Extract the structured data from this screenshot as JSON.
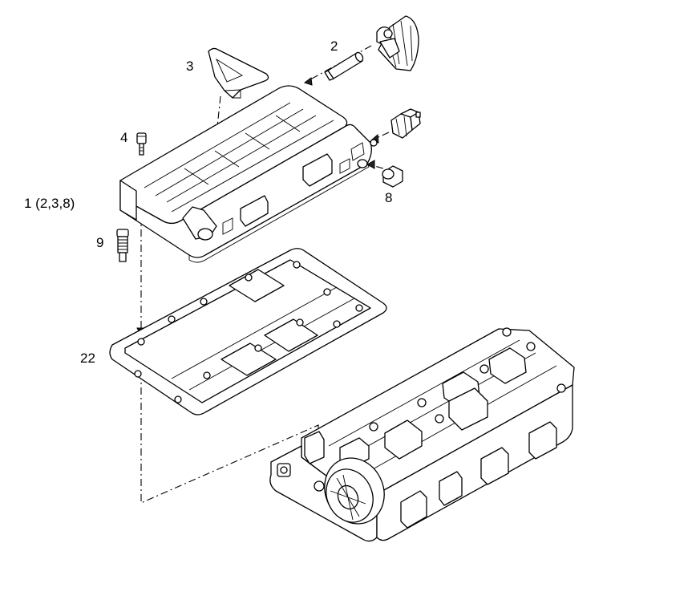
{
  "labels": {
    "part_1": "1 (2,3,8)",
    "part_2": "2",
    "part_3": "3",
    "part_4": "4",
    "part_8": "8",
    "part_9": "9",
    "part_22": "22"
  }
}
